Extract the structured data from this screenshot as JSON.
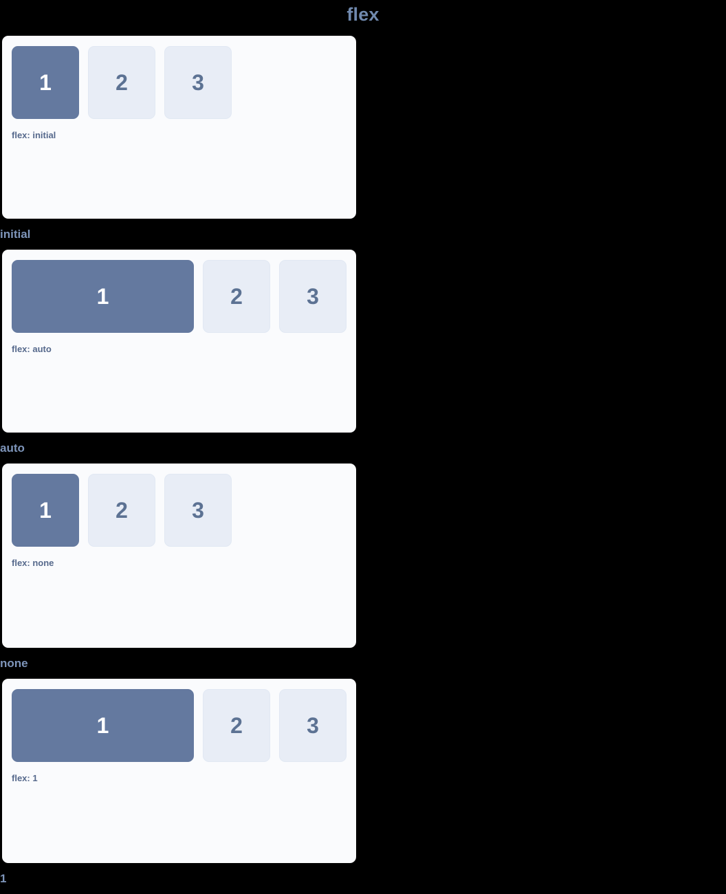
{
  "header": {
    "title": "flex"
  },
  "theme": {
    "page_background": "#000000",
    "title_color": "#7089ae",
    "card_background": "#fafbfd",
    "box_fill": "#e8edf6",
    "box_text": "#5c7293",
    "primary_fill": "#64799f",
    "primary_text": "#ffffff",
    "note_color": "#56698c",
    "caption_color": "#7e95ba"
  },
  "demos": [
    {
      "caption": "initial",
      "note": "flex: initial",
      "mode": "mode-initial",
      "boxes": [
        {
          "label": "1",
          "primary": true
        },
        {
          "label": "2",
          "primary": false
        },
        {
          "label": "3",
          "primary": false
        }
      ]
    },
    {
      "caption": "auto",
      "note": "flex: auto",
      "mode": "mode-auto",
      "boxes": [
        {
          "label": "1",
          "primary": true
        },
        {
          "label": "2",
          "primary": false
        },
        {
          "label": "3",
          "primary": false
        }
      ]
    },
    {
      "caption": "none",
      "note": "flex: none",
      "mode": "mode-none",
      "boxes": [
        {
          "label": "1",
          "primary": true
        },
        {
          "label": "2",
          "primary": false
        },
        {
          "label": "3",
          "primary": false
        }
      ]
    },
    {
      "caption": "1",
      "note": "flex: 1",
      "mode": "mode-one",
      "boxes": [
        {
          "label": "1",
          "primary": true
        },
        {
          "label": "2",
          "primary": false
        },
        {
          "label": "3",
          "primary": false
        }
      ]
    }
  ]
}
